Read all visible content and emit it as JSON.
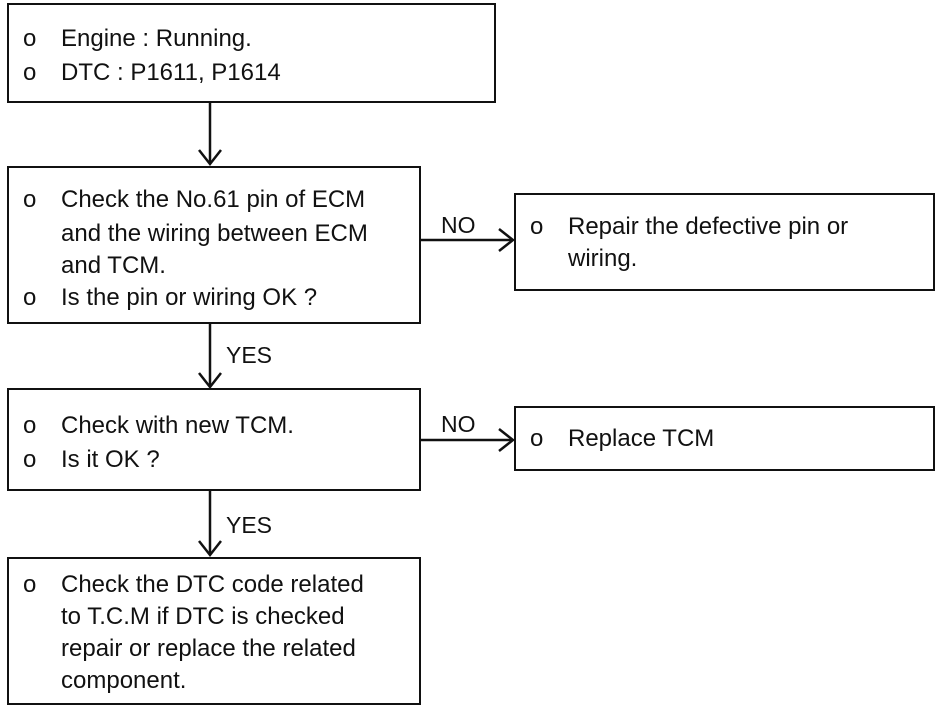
{
  "bullet": "o",
  "box1": {
    "lines": [
      "Engine : Running.",
      "DTC : P1611, P1614"
    ]
  },
  "box2": {
    "lines": [
      "Check the No.61 pin of ECM",
      "and the wiring between ECM",
      "and TCM.",
      "Is the pin or wiring OK ?"
    ]
  },
  "box3": {
    "lines": [
      "Repair the defective pin or",
      "wiring."
    ]
  },
  "box4": {
    "lines": [
      "Check with new TCM.",
      "Is it OK ?"
    ]
  },
  "box5": {
    "lines": [
      "Replace TCM"
    ]
  },
  "box6": {
    "lines": [
      "Check the DTC code related",
      "to T.C.M if DTC is checked",
      "repair or replace the related",
      "component."
    ]
  },
  "labels": {
    "no_1": "NO",
    "yes_1": "YES",
    "no_2": "NO",
    "yes_2": "YES"
  }
}
